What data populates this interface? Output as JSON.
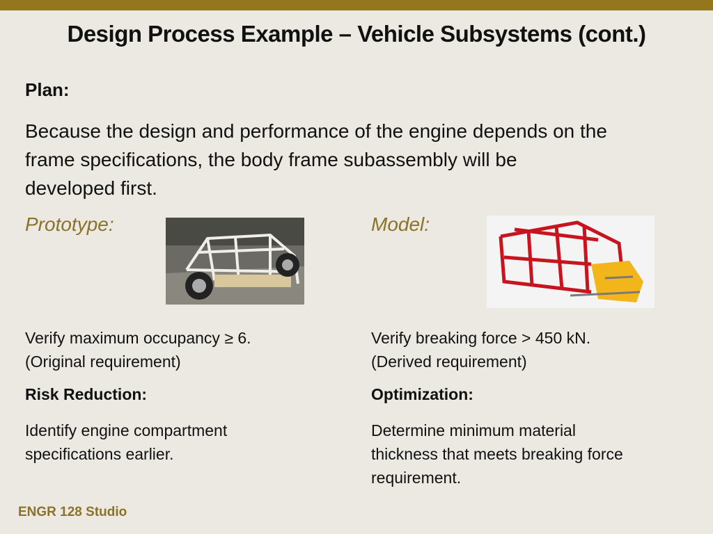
{
  "title": "Design Process Example – Vehicle Subsystems (cont.)",
  "plan": {
    "label": "Plan:",
    "text_lines": [
      "Because the design and performance of the engine depends on the",
      "frame specifications, the body frame subassembly will be",
      "developed first."
    ]
  },
  "left": {
    "label": "Prototype:",
    "verify_lines": [
      "Verify maximum occupancy ≥ 6.",
      "(Original requirement)"
    ],
    "heading": "Risk Reduction:",
    "desc_lines": [
      "Identify engine compartment",
      "specifications earlier."
    ]
  },
  "right": {
    "label": "Model:",
    "verify_lines": [
      "Verify breaking force > 450 kN.",
      "(Derived requirement)"
    ],
    "heading": "Optimization:",
    "desc_lines": [
      "Determine minimum material",
      "thickness that meets breaking force",
      "requirement."
    ]
  },
  "footer": "ENGR 128 Studio",
  "colors": {
    "accent_bar": "#94761C",
    "accent_text": "#8A7328",
    "background": "#ECE9E2"
  }
}
